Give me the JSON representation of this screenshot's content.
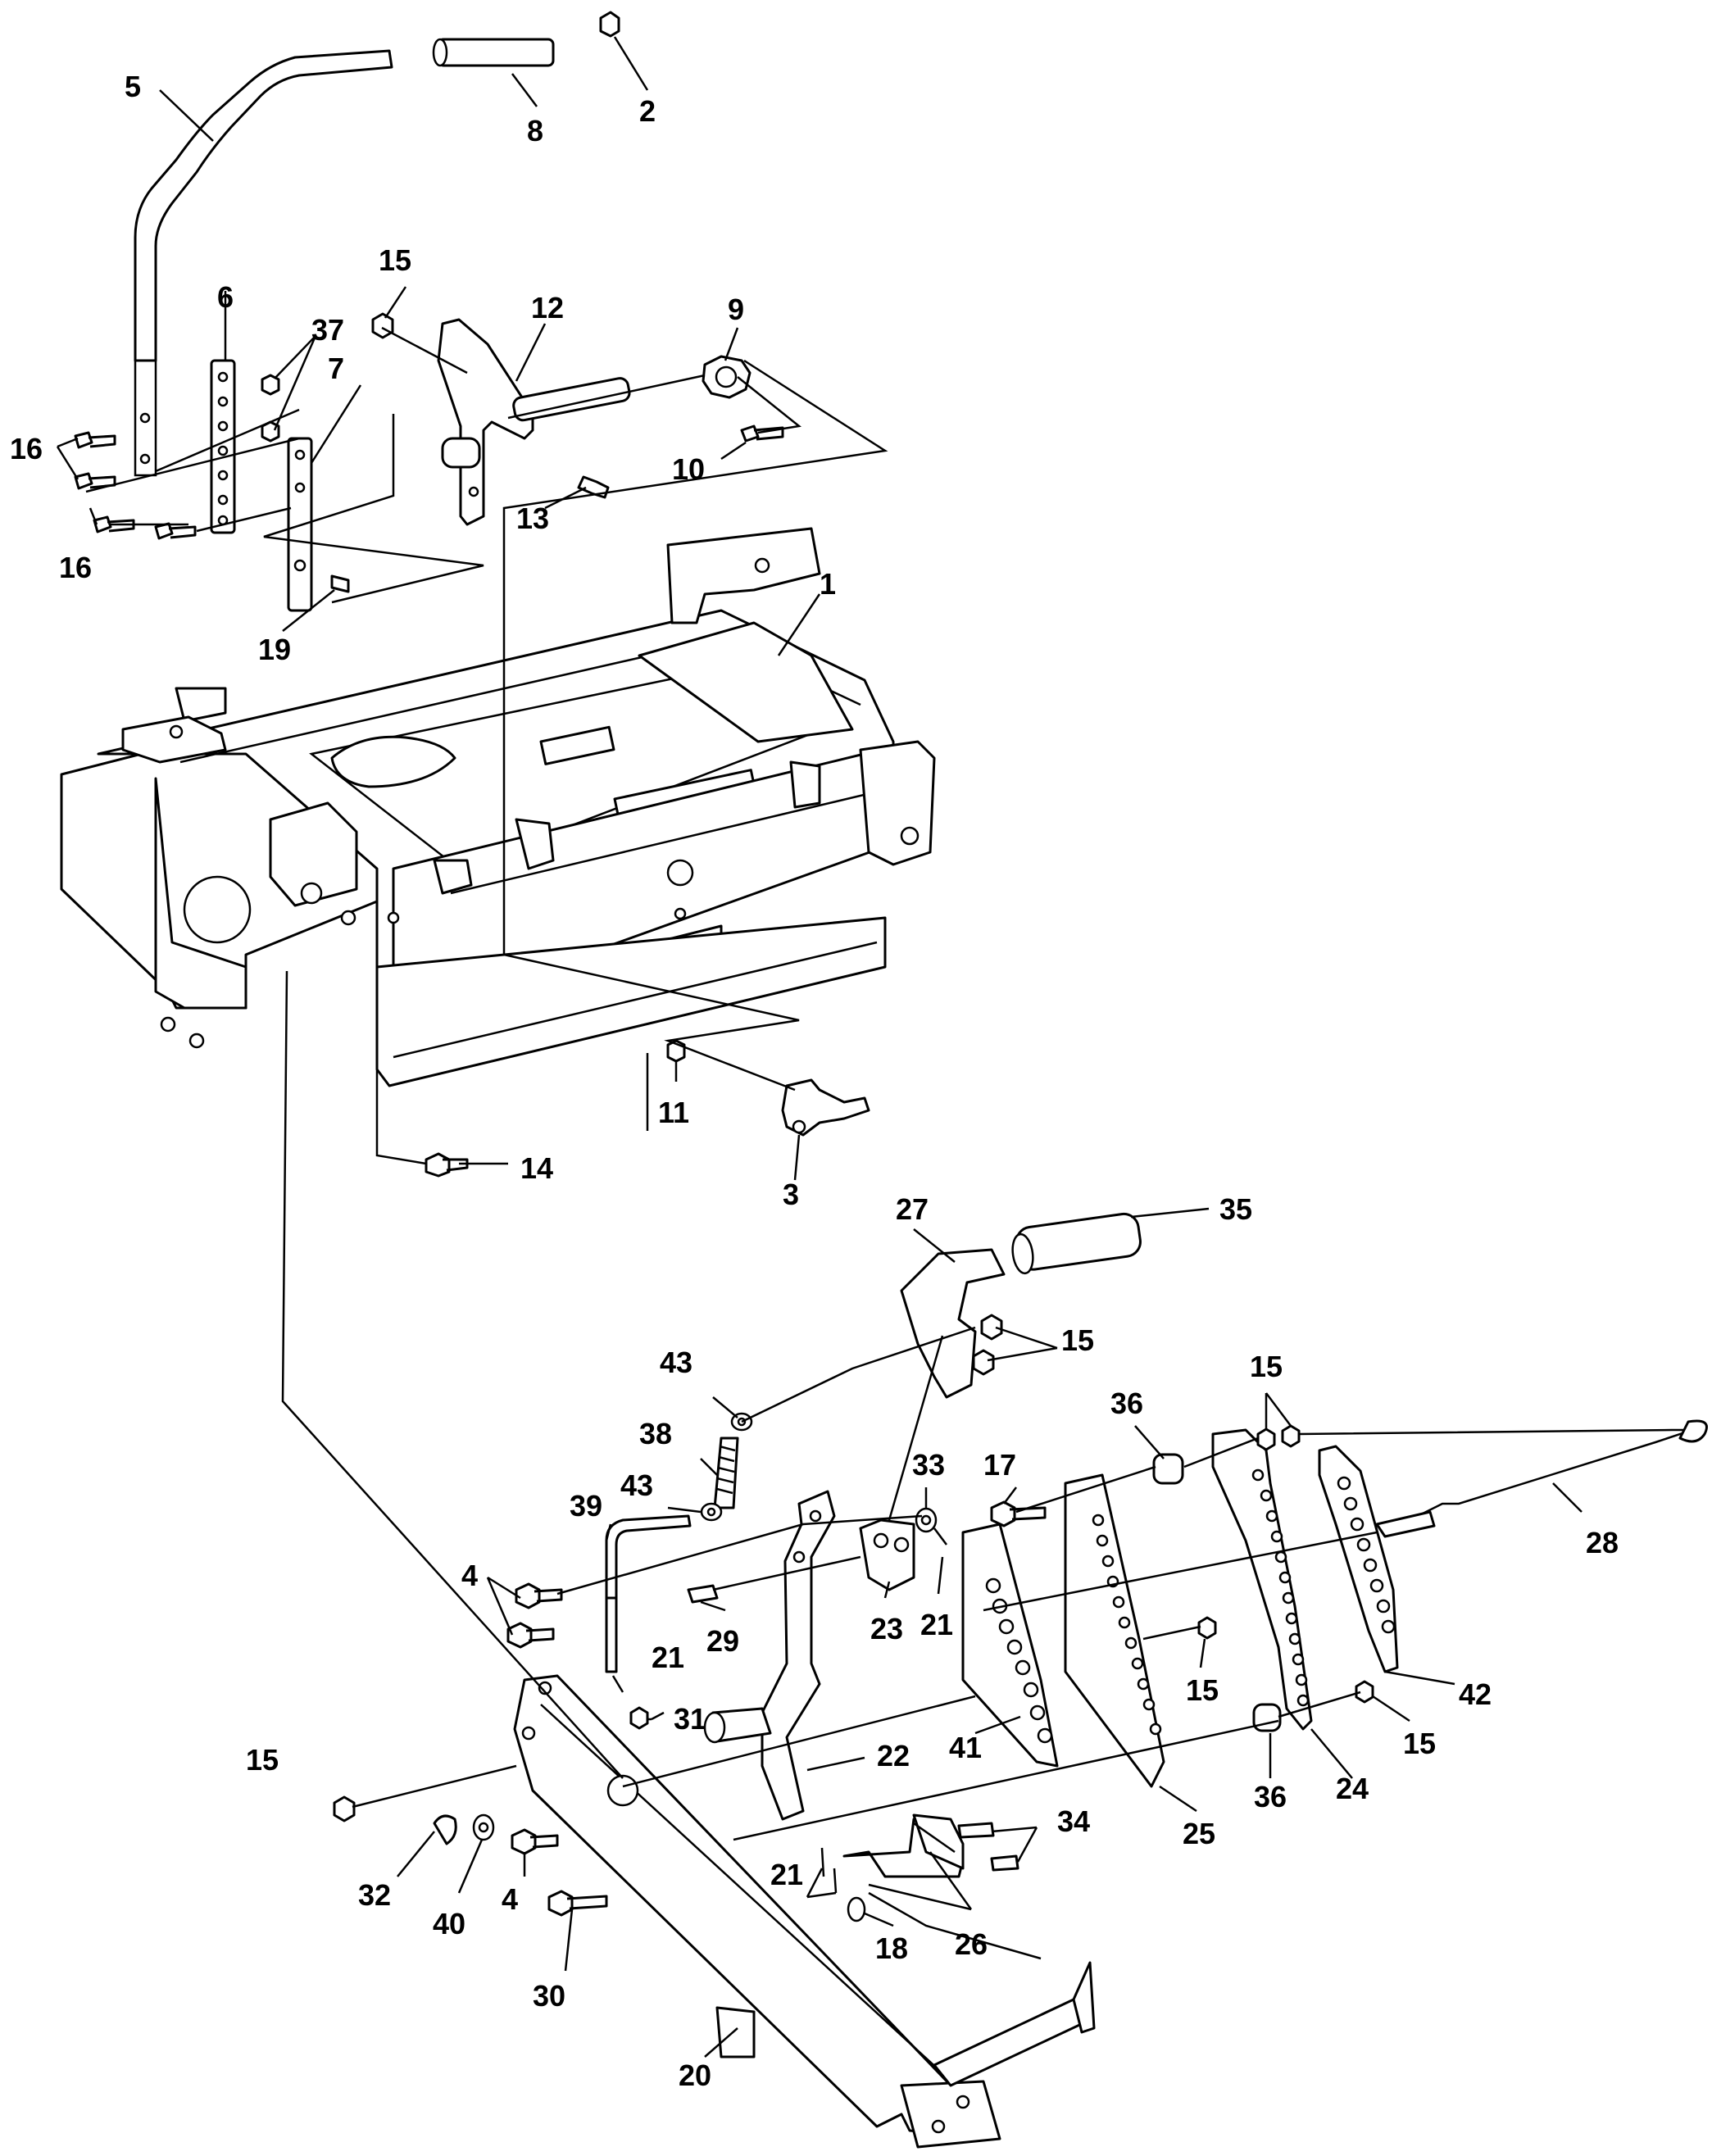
{
  "callouts": [
    {
      "id": "c5",
      "label": "5"
    },
    {
      "id": "c8",
      "label": "8"
    },
    {
      "id": "c2",
      "label": "2"
    },
    {
      "id": "c15a",
      "label": "15"
    },
    {
      "id": "c12",
      "label": "12"
    },
    {
      "id": "c9",
      "label": "9"
    },
    {
      "id": "c6",
      "label": "6"
    },
    {
      "id": "c37",
      "label": "37"
    },
    {
      "id": "c7",
      "label": "7"
    },
    {
      "id": "c16a",
      "label": "16"
    },
    {
      "id": "c16b",
      "label": "16"
    },
    {
      "id": "c10",
      "label": "10"
    },
    {
      "id": "c13",
      "label": "13"
    },
    {
      "id": "c19",
      "label": "19"
    },
    {
      "id": "c1",
      "label": "1"
    },
    {
      "id": "c11",
      "label": "11"
    },
    {
      "id": "c14",
      "label": "14"
    },
    {
      "id": "c3",
      "label": "3"
    },
    {
      "id": "c27",
      "label": "27"
    },
    {
      "id": "c35",
      "label": "35"
    },
    {
      "id": "c15b",
      "label": "15"
    },
    {
      "id": "c43a",
      "label": "43"
    },
    {
      "id": "c15c",
      "label": "15"
    },
    {
      "id": "c36a",
      "label": "36"
    },
    {
      "id": "c38",
      "label": "38"
    },
    {
      "id": "c33",
      "label": "33"
    },
    {
      "id": "c17",
      "label": "17"
    },
    {
      "id": "c43b",
      "label": "43"
    },
    {
      "id": "c39",
      "label": "39"
    },
    {
      "id": "c28",
      "label": "28"
    },
    {
      "id": "c4a",
      "label": "4"
    },
    {
      "id": "c29",
      "label": "29"
    },
    {
      "id": "c23",
      "label": "23"
    },
    {
      "id": "c21a",
      "label": "21"
    },
    {
      "id": "c21b",
      "label": "21"
    },
    {
      "id": "c15d",
      "label": "15"
    },
    {
      "id": "c42",
      "label": "42"
    },
    {
      "id": "c31",
      "label": "31"
    },
    {
      "id": "c15e",
      "label": "15"
    },
    {
      "id": "c41",
      "label": "41"
    },
    {
      "id": "c22",
      "label": "22"
    },
    {
      "id": "c36b",
      "label": "36"
    },
    {
      "id": "c24",
      "label": "24"
    },
    {
      "id": "c25",
      "label": "25"
    },
    {
      "id": "c15f",
      "label": "15"
    },
    {
      "id": "c34",
      "label": "34"
    },
    {
      "id": "c21c",
      "label": "21"
    },
    {
      "id": "c32",
      "label": "32"
    },
    {
      "id": "c40",
      "label": "40"
    },
    {
      "id": "c4b",
      "label": "4"
    },
    {
      "id": "c18",
      "label": "18"
    },
    {
      "id": "c26",
      "label": "26"
    },
    {
      "id": "c30",
      "label": "30"
    },
    {
      "id": "c20",
      "label": "20"
    }
  ]
}
